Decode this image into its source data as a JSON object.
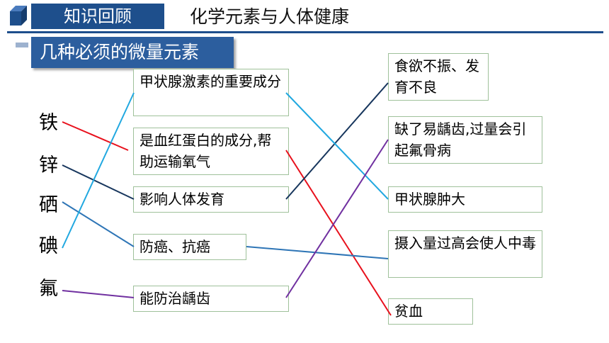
{
  "header": {
    "section_tag": "知识回顾",
    "title": "化学元素与人体健康"
  },
  "subtitle": "几种必须的微量元素",
  "elements": [
    "铁",
    "锌",
    "硒",
    "碘",
    "氟"
  ],
  "functions": [
    "甲状腺激素的重要成分",
    "是血红蛋白的成分,帮助运输氧气",
    "影响人体发育",
    "防癌、抗癌",
    "能防治龋齿"
  ],
  "symptoms": [
    "食欲不振、发育不良",
    "缺了易龋齿,过量会引起氟骨病",
    "甲状腺肿大",
    "摄入量过高会使人中毒",
    "贫血"
  ],
  "colors": {
    "header_blue": "#1e4f8c",
    "box_border": "#9fc19a",
    "line_iron": "#e8101c",
    "line_zinc": "#17365d",
    "line_selenium": "#2e75b6",
    "line_iodine": "#21a8e0",
    "line_fluorine": "#7030a0"
  }
}
